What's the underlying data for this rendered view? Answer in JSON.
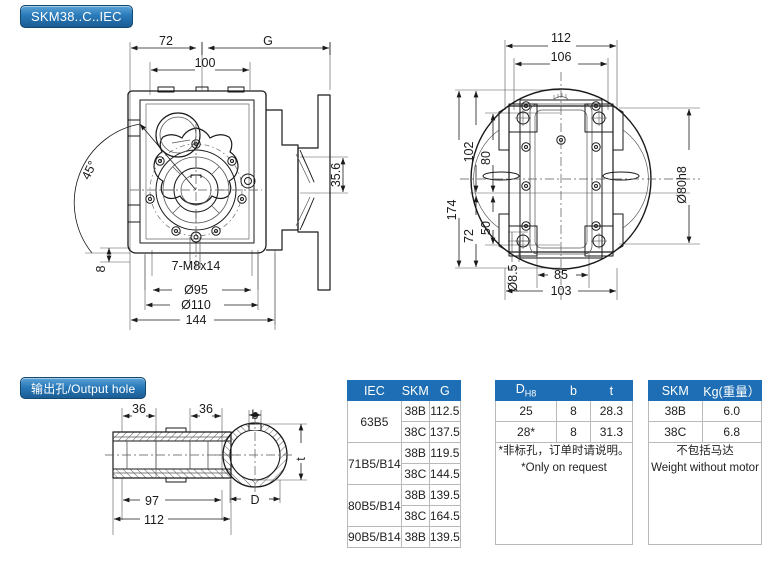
{
  "title_badge": "SKM38..C..IEC",
  "output_badge": "输出孔/Output hole",
  "colors": {
    "header_blue": "#1d6eb4",
    "badge_blue": "#2a7ab9",
    "line": "#1a1a1a"
  },
  "left_view": {
    "name": "side-elevation-view",
    "dimensions": {
      "d72": "72",
      "dG": "G",
      "d100": "100",
      "angle45": "45°",
      "d35_6": "35.6",
      "d8": "8",
      "thread": "7-M8x14",
      "bolt_circle": "Ø95",
      "flange_dia": "Ø110",
      "width": "144"
    }
  },
  "right_view": {
    "name": "front-elevation-view",
    "dimensions": {
      "d112": "112",
      "d106": "106",
      "d102": "102",
      "d80": "80",
      "d174": "174",
      "d72": "72",
      "d50": "50",
      "hole_dia": "Ø8.5",
      "d85": "85",
      "d103": "103",
      "shaft_dia": "Ø80h8"
    }
  },
  "output_hole_view": {
    "name": "output-hole-detail",
    "dimensions": {
      "left36": "36",
      "right36": "36",
      "d97": "97",
      "d112": "112",
      "b": "b",
      "t": "t",
      "D": "D"
    }
  },
  "table_iec": {
    "headers": [
      "IEC",
      "SKM",
      "G"
    ],
    "groups": [
      {
        "iec": "63B5",
        "rows": [
          {
            "skm": "38B",
            "g": "112.5"
          },
          {
            "skm": "38C",
            "g": "137.5"
          }
        ]
      },
      {
        "iec": "71B5/B14",
        "rows": [
          {
            "skm": "38B",
            "g": "119.5"
          },
          {
            "skm": "38C",
            "g": "144.5"
          }
        ]
      },
      {
        "iec": "80B5/B14",
        "rows": [
          {
            "skm": "38B",
            "g": "139.5"
          },
          {
            "skm": "38C",
            "g": "164.5"
          }
        ]
      },
      {
        "iec": "90B5/B14",
        "rows": [
          {
            "skm": "38B",
            "g": "139.5"
          }
        ]
      }
    ]
  },
  "table_bore": {
    "headers": [
      "D",
      "H8",
      "b",
      "t"
    ],
    "rows": [
      {
        "d": "25",
        "b": "8",
        "t": "28.3"
      },
      {
        "d": "28*",
        "b": "8",
        "t": "31.3"
      }
    ],
    "note_cn": "*非标孔，订单时请说明。",
    "note_en": "*Only on request"
  },
  "table_weight": {
    "headers": [
      "SKM",
      "Kg(重量）"
    ],
    "rows": [
      {
        "skm": "38B",
        "kg": "6.0"
      },
      {
        "skm": "38C",
        "kg": "6.8"
      }
    ],
    "note_cn": "不包括马达",
    "note_en": "Weight without motor"
  }
}
